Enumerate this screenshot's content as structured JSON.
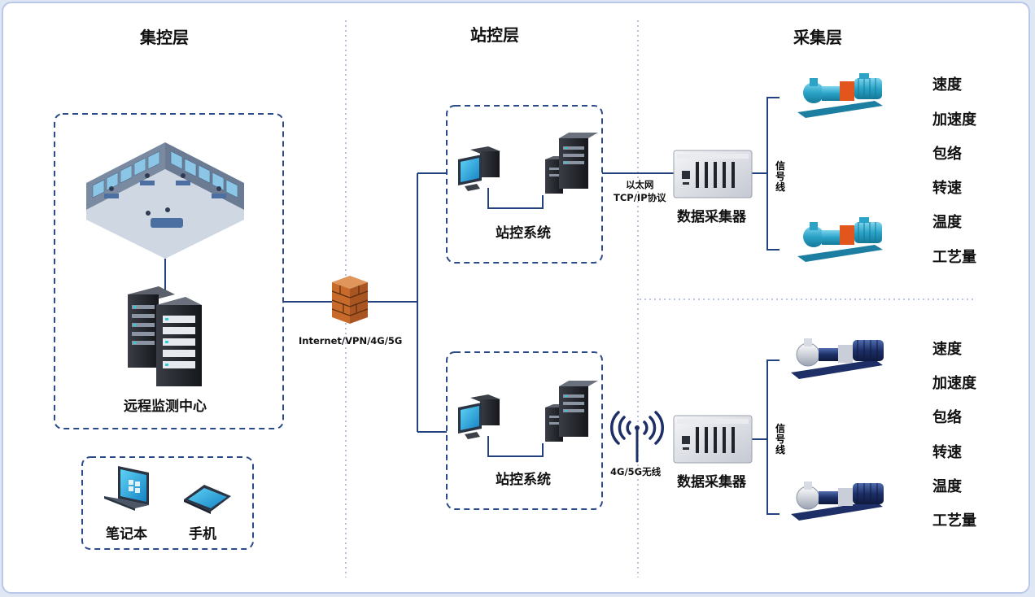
{
  "layers": {
    "central": "集控层",
    "station": "站控层",
    "acquisition": "采集层"
  },
  "remote_center": {
    "label": "远程监测中心"
  },
  "mobile_devices": {
    "laptop": "笔记本",
    "phone": "手机"
  },
  "network": {
    "internet": "Internet/VPN/4G/5G"
  },
  "station_systems": [
    {
      "label": "站控系统"
    },
    {
      "label": "站控系统"
    }
  ],
  "links": {
    "ethernet_line1": "以太网",
    "ethernet_line2": "TCP/IP协议",
    "wireless": "4G/5G无线"
  },
  "collectors": [
    {
      "label": "数据采集器"
    },
    {
      "label": "数据采集器"
    }
  ],
  "signal_line": [
    "信",
    "号",
    "线"
  ],
  "pump_groups": [
    {
      "params": [
        "速度",
        "加速度",
        "包络",
        "转速",
        "温度",
        "工艺量"
      ]
    },
    {
      "params": [
        "速度",
        "加速度",
        "包络",
        "转速",
        "温度",
        "工艺量"
      ]
    }
  ],
  "colors": {
    "line": "#22427f",
    "dash_box": "#2b4a8a",
    "divider": "#8fa3cf",
    "pump_blue": "#2aa3c7",
    "pump_navy": "#1d2f66",
    "coupling_orange": "#e2561e",
    "firewall": "#c86b2a"
  }
}
